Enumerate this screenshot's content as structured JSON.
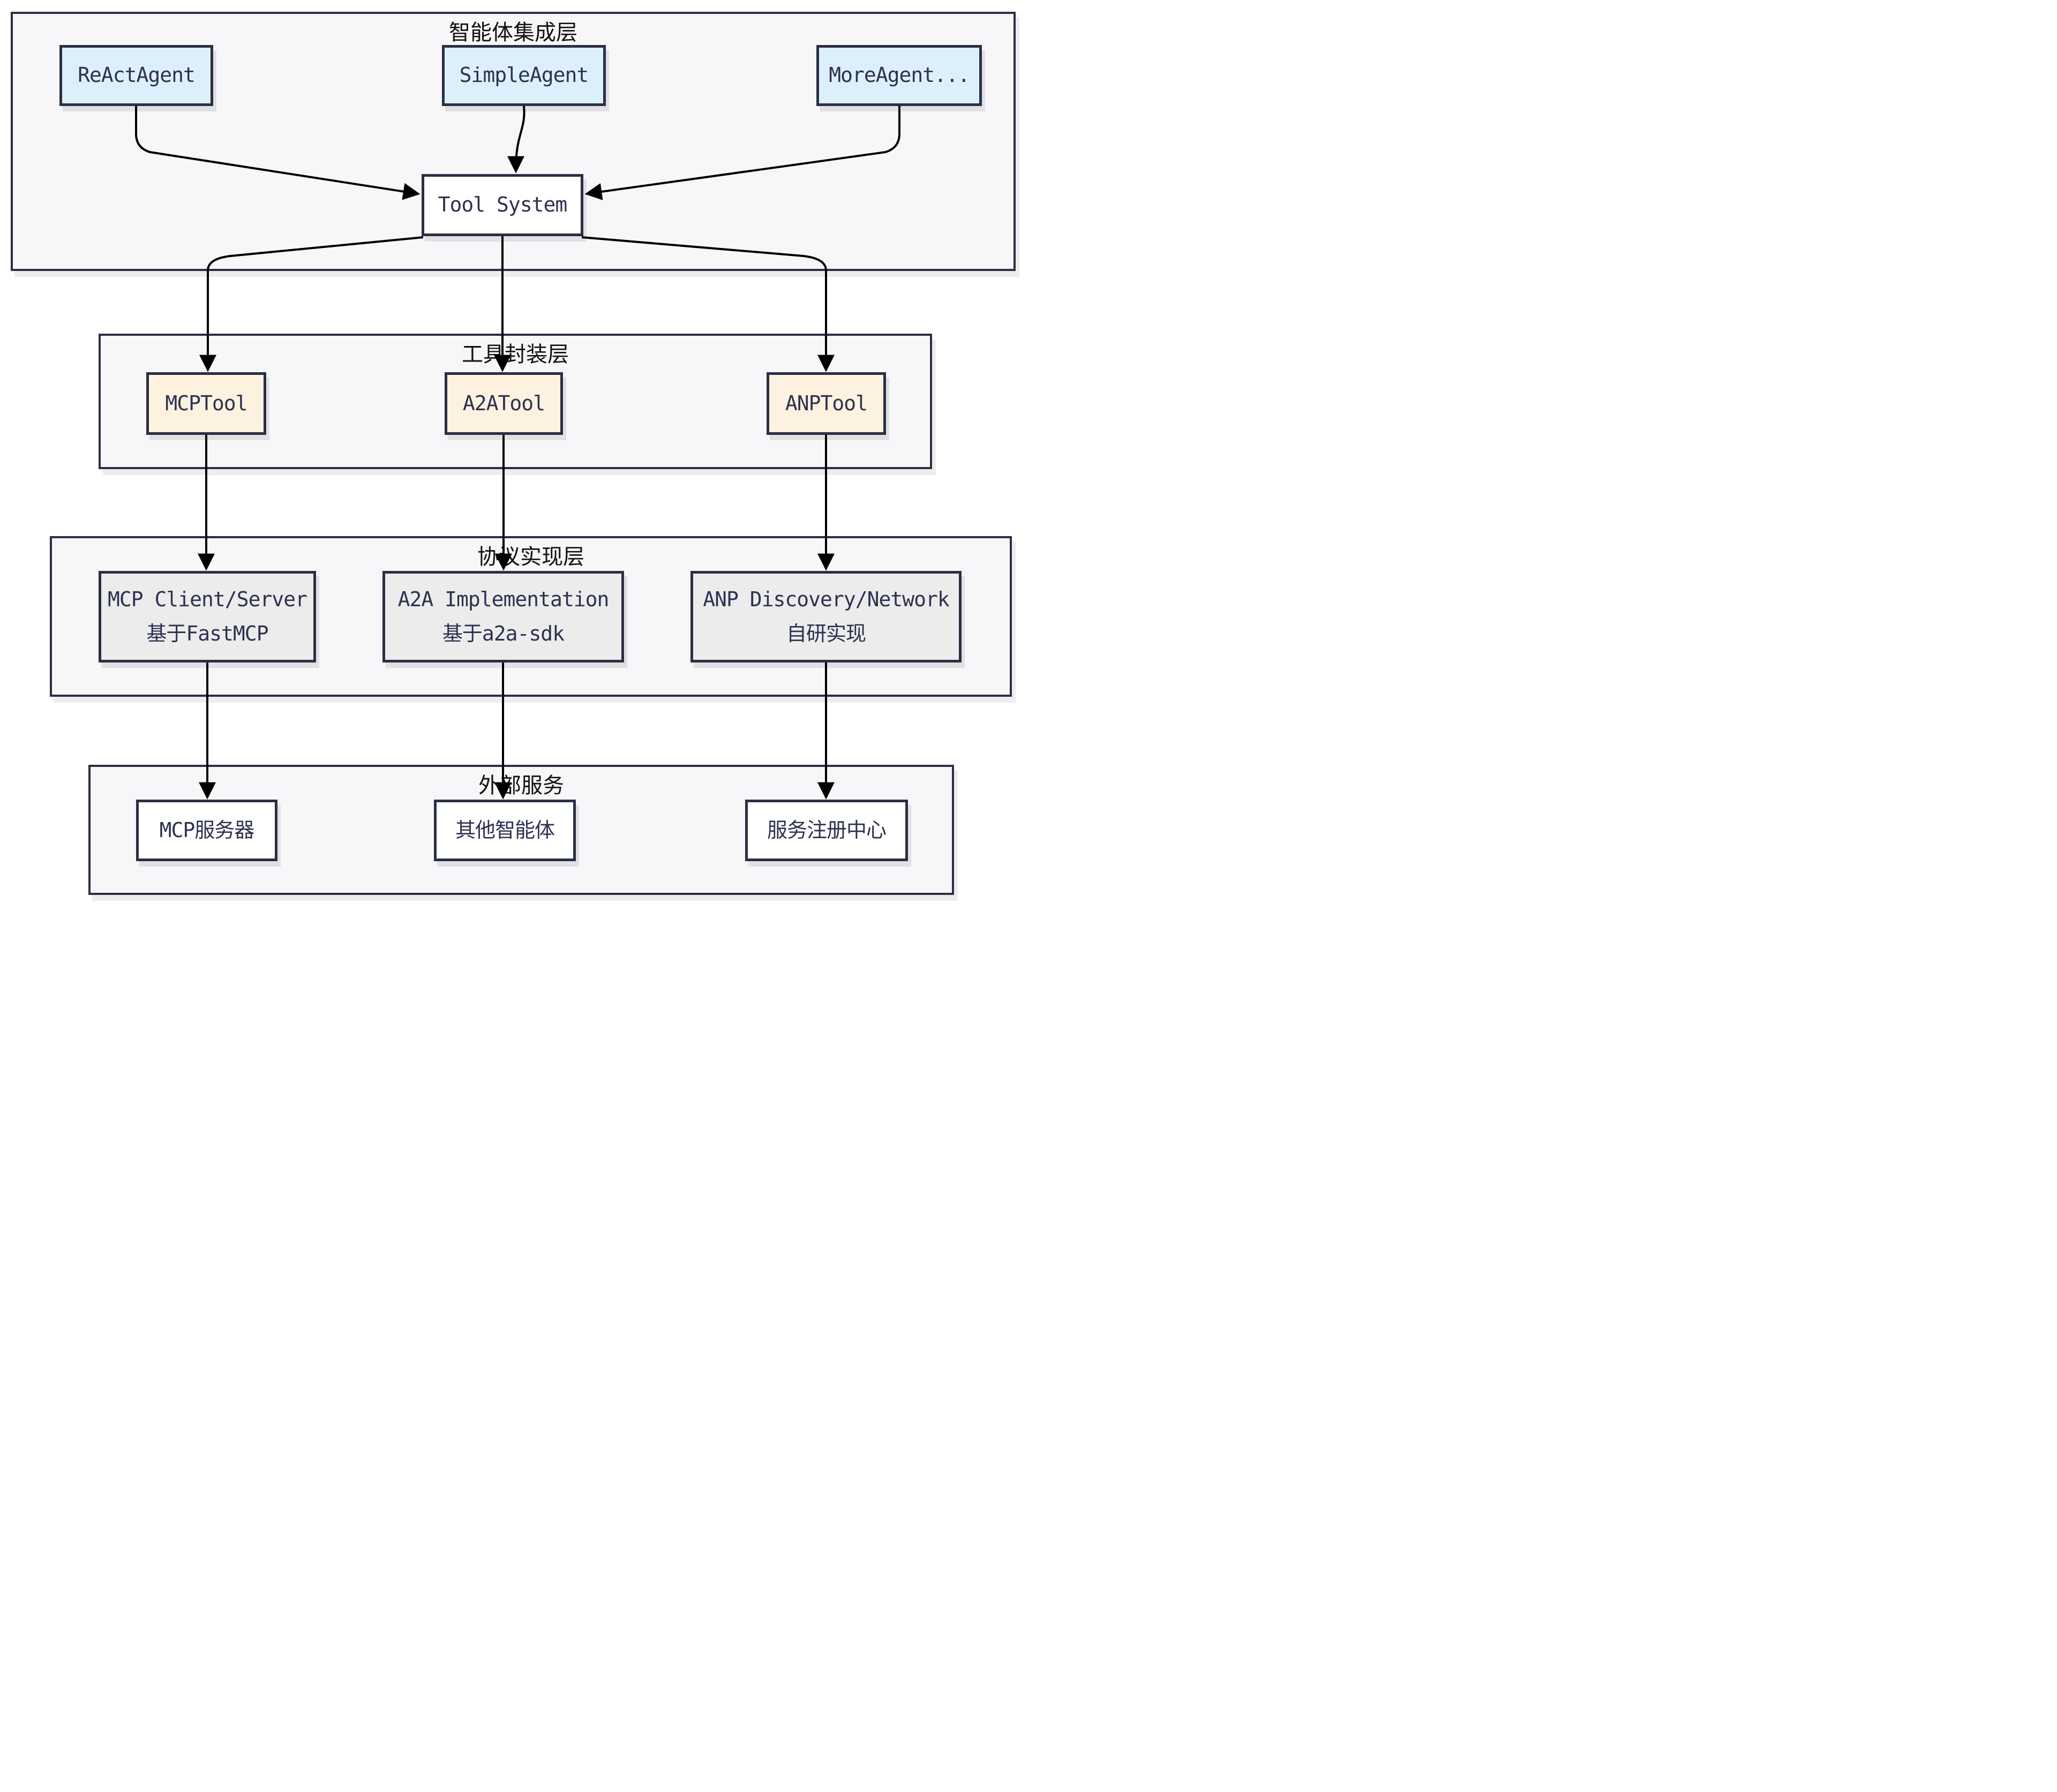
{
  "layers": {
    "agent_integration": {
      "title": "智能体集成层"
    },
    "tool_wrapper": {
      "title": "工具封装层"
    },
    "protocol_impl": {
      "title": "协议实现层"
    },
    "external_services": {
      "title": "外部服务"
    }
  },
  "nodes": {
    "react_agent": {
      "label": "ReActAgent"
    },
    "simple_agent": {
      "label": "SimpleAgent"
    },
    "more_agent": {
      "label": "MoreAgent..."
    },
    "tool_system": {
      "label": "Tool System"
    },
    "mcp_tool": {
      "label": "MCPTool"
    },
    "a2a_tool": {
      "label": "A2ATool"
    },
    "anp_tool": {
      "label": "ANPTool"
    },
    "mcp_impl": {
      "label": "MCP Client/Server",
      "sublabel": "基于FastMCP"
    },
    "a2a_impl": {
      "label": "A2A Implementation",
      "sublabel": "基于a2a-sdk"
    },
    "anp_impl": {
      "label": "ANP Discovery/Network",
      "sublabel": "自研实现"
    },
    "mcp_server": {
      "label": "MCP服务器"
    },
    "other_agents": {
      "label": "其他智能体"
    },
    "service_registry": {
      "label": "服务注册中心"
    }
  },
  "edges": [
    {
      "from": "react_agent",
      "to": "tool_system"
    },
    {
      "from": "simple_agent",
      "to": "tool_system"
    },
    {
      "from": "more_agent",
      "to": "tool_system"
    },
    {
      "from": "tool_system",
      "to": "mcp_tool"
    },
    {
      "from": "tool_system",
      "to": "a2a_tool"
    },
    {
      "from": "tool_system",
      "to": "anp_tool"
    },
    {
      "from": "mcp_tool",
      "to": "mcp_impl"
    },
    {
      "from": "a2a_tool",
      "to": "a2a_impl"
    },
    {
      "from": "anp_tool",
      "to": "anp_impl"
    },
    {
      "from": "mcp_impl",
      "to": "mcp_server"
    },
    {
      "from": "a2a_impl",
      "to": "other_agents"
    },
    {
      "from": "anp_impl",
      "to": "service_registry"
    }
  ],
  "colors": {
    "agent_node_fill": "#dcf0fb",
    "tool_node_fill": "#fdf1e0",
    "impl_node_fill": "#ececec",
    "service_node_fill": "#ffffff",
    "node_border": "#2b2f44",
    "container_fill": "#f7f7f9",
    "container_border": "#2b2f44",
    "node_text": "#2e3150",
    "title_text": "#111111",
    "edge_color": "#000000"
  }
}
